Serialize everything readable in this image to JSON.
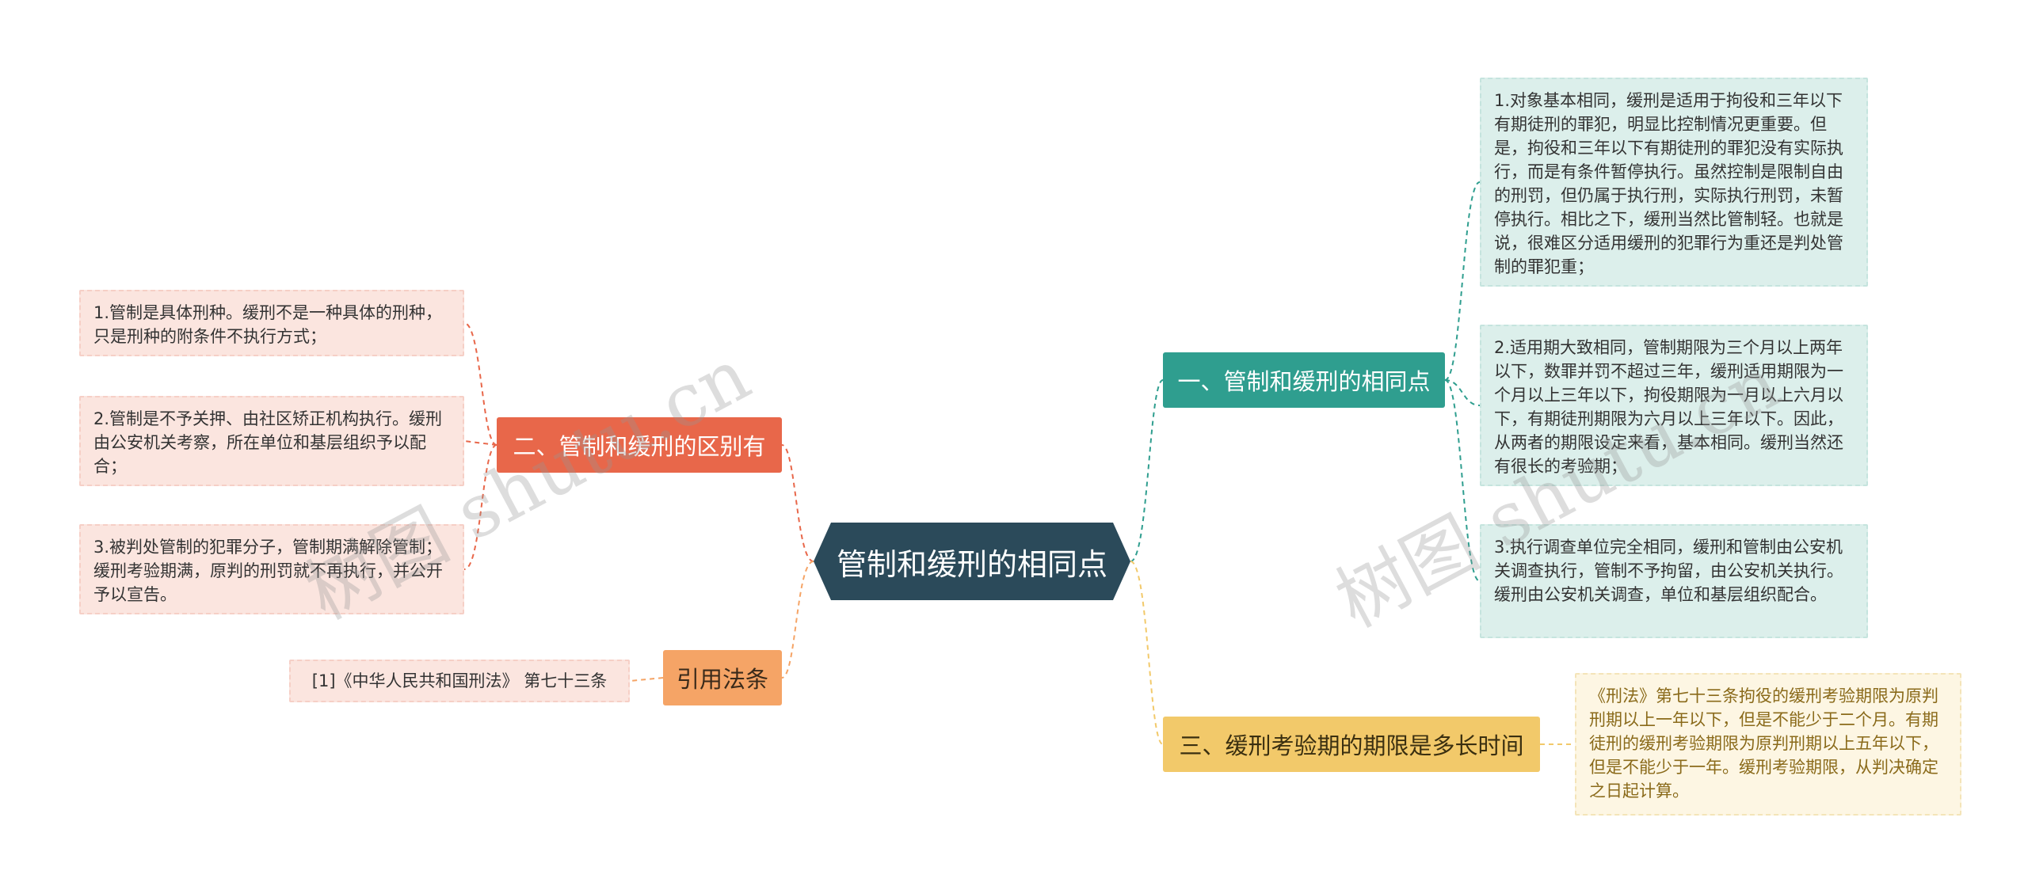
{
  "root": {
    "label": "管制和缓刑的相同点"
  },
  "branches": {
    "differences": {
      "label": "二、管制和缓刑的区别有",
      "items": [
        "1.管制是具体刑种。缓刑不是一种具体的刑种，只是刑种的附条件不执行方式；",
        "2.管制是不予关押、由社区矫正机构执行。缓刑由公安机关考察，所在单位和基层组织予以配合；",
        "3.被判处管制的犯罪分子，管制期满解除管制；缓刑考验期满，原判的刑罚就不再执行，并公开予以宣告。"
      ]
    },
    "law": {
      "label": "引用法条",
      "items": [
        "[1]《中华人民共和国刑法》 第七十三条"
      ]
    },
    "similarities": {
      "label": "一、管制和缓刑的相同点",
      "items": [
        "1.对象基本相同，缓刑是适用于拘役和三年以下有期徒刑的罪犯，明显比控制情况更重要。但是，拘役和三年以下有期徒刑的罪犯没有实际执行，而是有条件暂停执行。虽然控制是限制自由的刑罚，但仍属于执行刑，实际执行刑罚，未暂停执行。相比之下，缓刑当然比管制轻。也就是说，很难区分适用缓刑的犯罪行为重还是判处管制的罪犯重；",
        "2.适用期大致相同，管制期限为三个月以上两年以下，数罪并罚不超过三年，缓刑适用期限为一个月以上三年以下，拘役期限为一月以上六月以下，有期徒刑期限为六月以上三年以下。因此，从两者的期限设定来看，基本相同。缓刑当然还有很长的考验期；",
        "3.执行调查单位完全相同，缓刑和管制由公安机关调查执行，管制不予拘留，由公安机关执行。缓刑由公安机关调查，单位和基层组织配合。"
      ]
    },
    "probation": {
      "label": "三、缓刑考验期的期限是多长时间",
      "items": [
        "《刑法》第七十三条拘役的缓刑考验期限为原判刑期以上一年以下，但是不能少于二个月。有期徒刑的缓刑考验期限为原判刑期以上五年以下，但是不能少于一年。缓刑考验期限，从判决确定之日起计算。"
      ]
    }
  },
  "watermark": "树图 shutu.cn",
  "colors": {
    "root": "#2b4a5a",
    "differences": "#e8674a",
    "law": "#f5a466",
    "similarities": "#2f9e8f",
    "probation": "#f2c96a"
  }
}
